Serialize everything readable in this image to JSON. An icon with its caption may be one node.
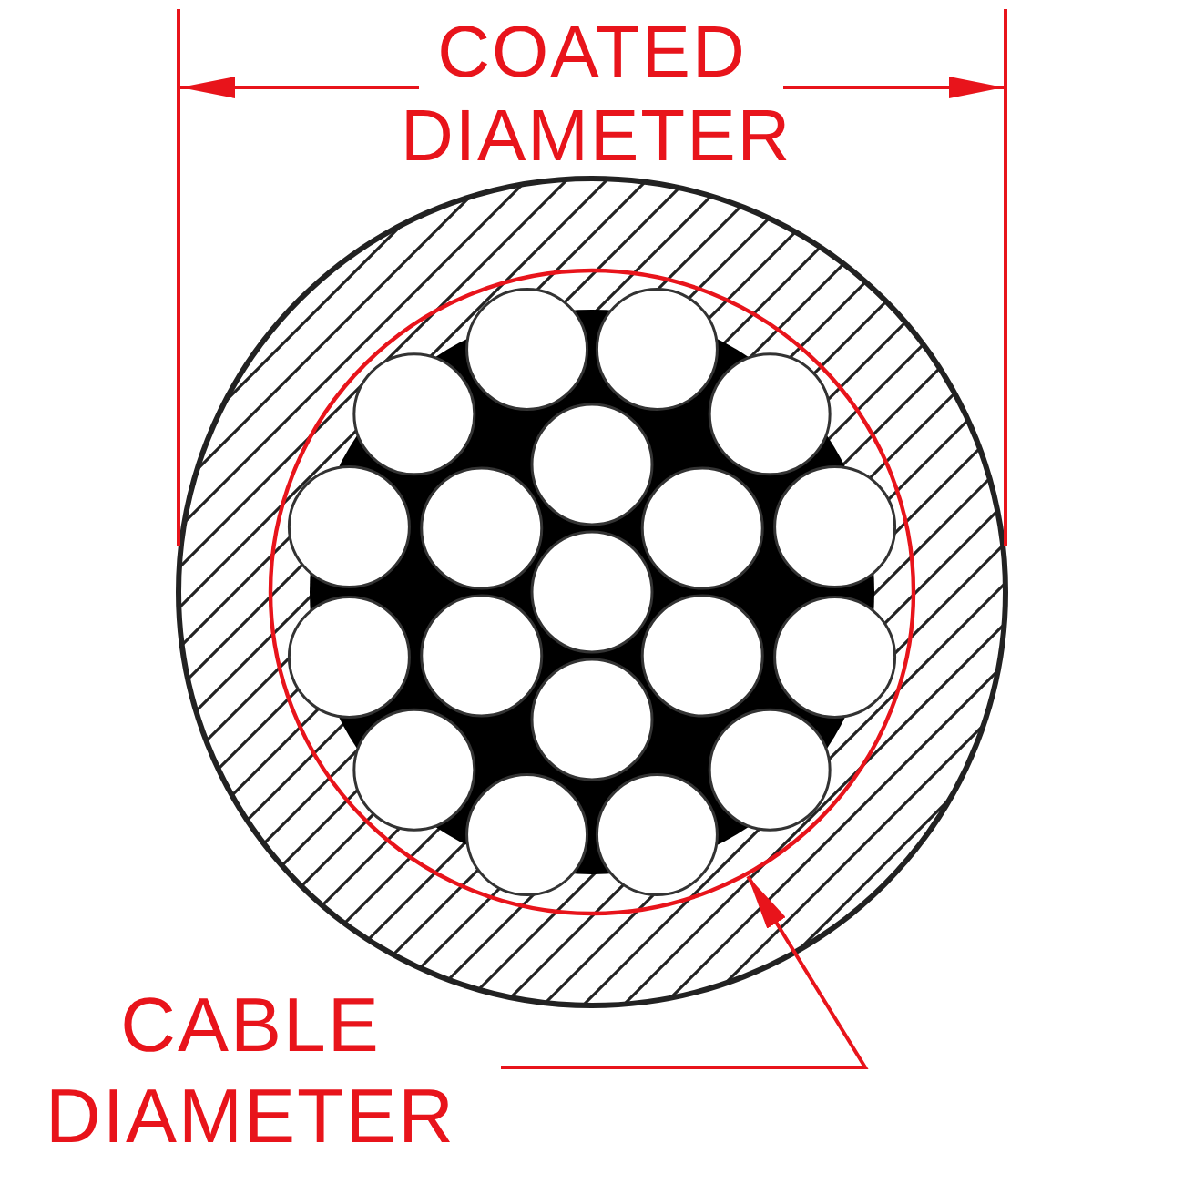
{
  "diagram": {
    "nodes": [
      {
        "text": [
          "CABLE DIAMETER"
        ]
      },
      {
        "text": [],
        "shape": "circle"
      }
    ],
    "edges": [
      {
        "from": 0,
        "to": 1,
        "arrow": "to"
      }
    ],
    "labels": [
      "COATED DIAMETER"
    ]
  }
}
